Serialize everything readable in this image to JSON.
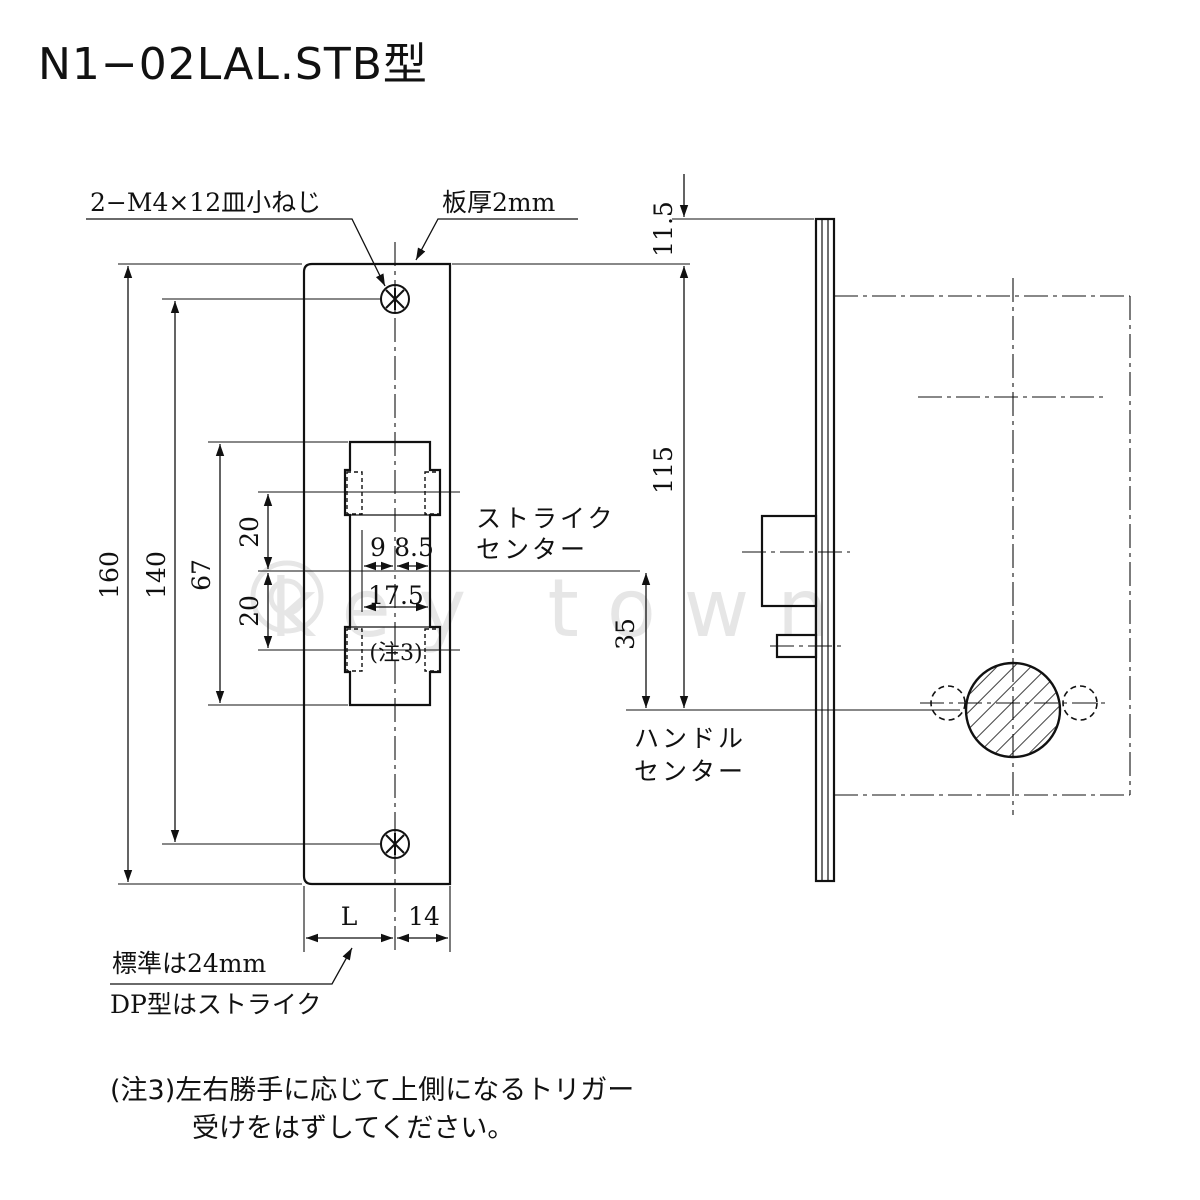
{
  "title": "N1−02LAL.STB型",
  "watermark": "key town",
  "labels": {
    "screws": "2−M4×12皿小ねじ",
    "plate_thickness": "板厚2mm",
    "strike_center_1": "ストライク",
    "strike_center_2": "センター",
    "handle_center_1": "ハンドル",
    "handle_center_2": "センター",
    "standard_1": "標準は24mm",
    "standard_2": "DP型はストライク",
    "note_marker": "(注3)"
  },
  "dimensions": {
    "d160": "160",
    "d140": "140",
    "d67": "67",
    "d20a": "20",
    "d20b": "20",
    "d9": "9",
    "d8_5": "8.5",
    "d17_5": "17.5",
    "dL": "L",
    "d14": "14",
    "d11_5": "11.5",
    "d115": "115",
    "d35": "35"
  },
  "note": {
    "line1": "(注3)左右勝手に応じて上側になるトリガー",
    "line2": "受けをはずしてください。"
  }
}
